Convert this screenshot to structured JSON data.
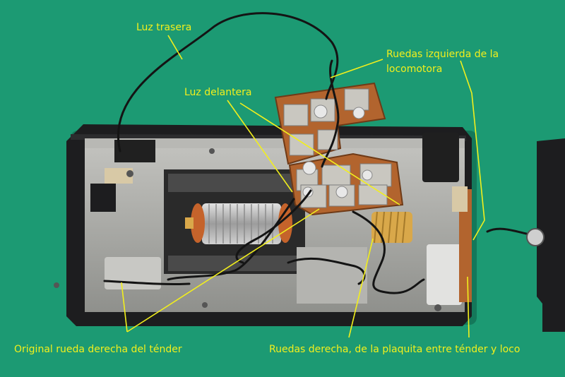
{
  "colors": {
    "background": "#1c9a73",
    "label_text": "#f2ef1c",
    "leader_line": "#f2ef1c",
    "wire": "#141414",
    "chassis_metal": "#a8a8a4",
    "housing": "#1d1d1f",
    "circuit_board": "#b2642e",
    "motor_coil": "#c9c9c9",
    "copper_winding": "#c5632b",
    "gear": "#d9a84a"
  },
  "annotations": {
    "luz_trasera": "Luz trasera",
    "ruedas_izquierda": "Ruedas izquierda de la locomotora",
    "luz_delantera": "Luz delantera",
    "original_rueda": "Original rueda derecha del ténder",
    "ruedas_derecha": "Ruedas derecha, de la plaquita entre ténder y loco"
  }
}
